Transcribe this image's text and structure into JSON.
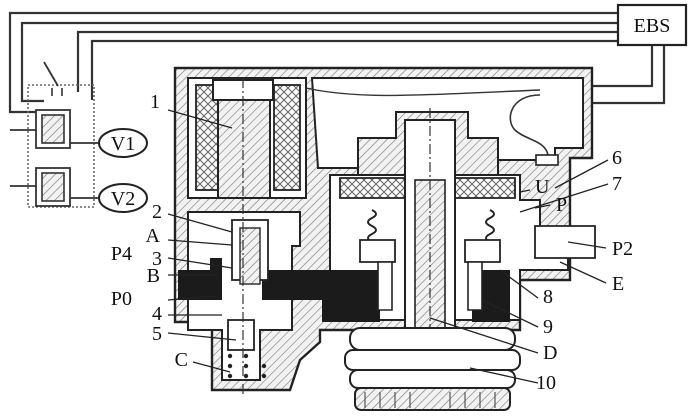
{
  "controller_label": "EBS",
  "valve_labels": [
    "V1",
    "V2"
  ],
  "part_numbers": [
    "1",
    "2",
    "3",
    "4",
    "5",
    "6",
    "7",
    "8",
    "9",
    "10"
  ],
  "chamber_labels": {
    "A": "A",
    "B": "B",
    "C": "C",
    "D": "D",
    "E": "E",
    "U": "U",
    "P": "P"
  },
  "port_labels": {
    "P0": "P0",
    "P2": "P2",
    "P4": "P4"
  }
}
